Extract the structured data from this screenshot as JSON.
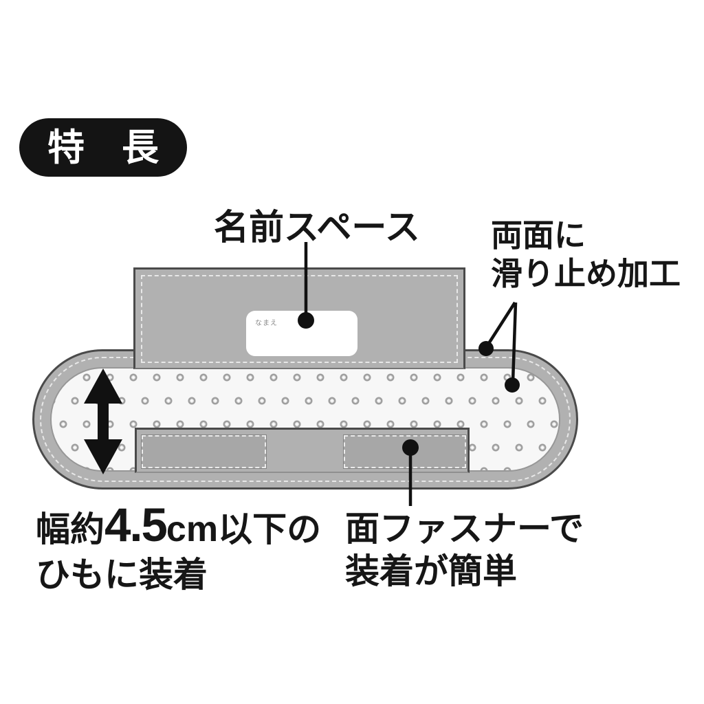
{
  "badge": {
    "label": "特　長"
  },
  "annotations": {
    "name_space": {
      "label": "名前スペース"
    },
    "non_slip": {
      "line1": "両面に",
      "line2": "滑り止め加工"
    },
    "width": {
      "prefix": "幅約",
      "value": "4.5",
      "unit": "cm",
      "suffix": "以下の",
      "line2": "ひもに装着"
    },
    "fastener": {
      "line1": "面ファスナーで",
      "line2": "装着が簡単"
    }
  },
  "product": {
    "name_label_text": "なまえ",
    "colors": {
      "badge_bg": "#141414",
      "badge_text": "#ffffff",
      "fabric": "#b1b1b1",
      "outline": "#4a4a4a",
      "stitch": "#e8e8e8",
      "inner": "#f7f7f7",
      "patch": "#a7a7a7",
      "arrow": "#111111"
    }
  },
  "icons": {
    "width_arrow": "double-headed-vertical-arrow",
    "leader_dot": "callout-endpoint-dot"
  }
}
